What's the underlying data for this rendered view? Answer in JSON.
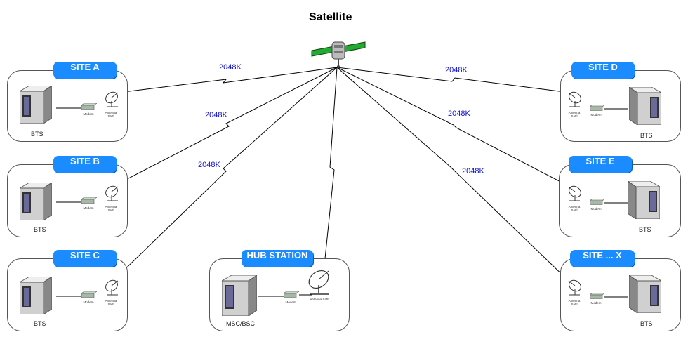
{
  "title": "Satellite",
  "colors": {
    "badge": "#1a8cff",
    "rate_text": "#1010cc",
    "link_line": "#000000"
  },
  "sites": {
    "a": {
      "label": "SITE A",
      "equipment": "BTS",
      "modem": "Modem",
      "antenna": "Antenna Sattl"
    },
    "b": {
      "label": "SITE B",
      "equipment": "BTS",
      "modem": "Modem",
      "antenna": "Antenna Sattl"
    },
    "c": {
      "label": "SITE C",
      "equipment": "BTS",
      "modem": "Modem",
      "antenna": "Antenna Sattl"
    },
    "d": {
      "label": "SITE D",
      "equipment": "BTS",
      "modem": "Modem",
      "antenna": "Antenna Sattl"
    },
    "e": {
      "label": "SITE E",
      "equipment": "BTS",
      "modem": "Modem",
      "antenna": "Antenna Sattl"
    },
    "x": {
      "label": "SITE ... X",
      "equipment": "BTS",
      "modem": "Modem",
      "antenna": "Antenna Sattl"
    },
    "hub": {
      "label": "HUB STATION",
      "equipment": "MSC/BSC",
      "modem": "Modem",
      "antenna": "Antenna Sattl"
    }
  },
  "links": {
    "a": "2048K",
    "b": "2048K",
    "c": "2048K",
    "d": "2048K",
    "e": "2048K",
    "x": "2048K"
  },
  "icons": {
    "satellite": "satellite-icon",
    "server": "server-icon",
    "modem": "modem-icon",
    "antenna": "dish-antenna-icon"
  }
}
